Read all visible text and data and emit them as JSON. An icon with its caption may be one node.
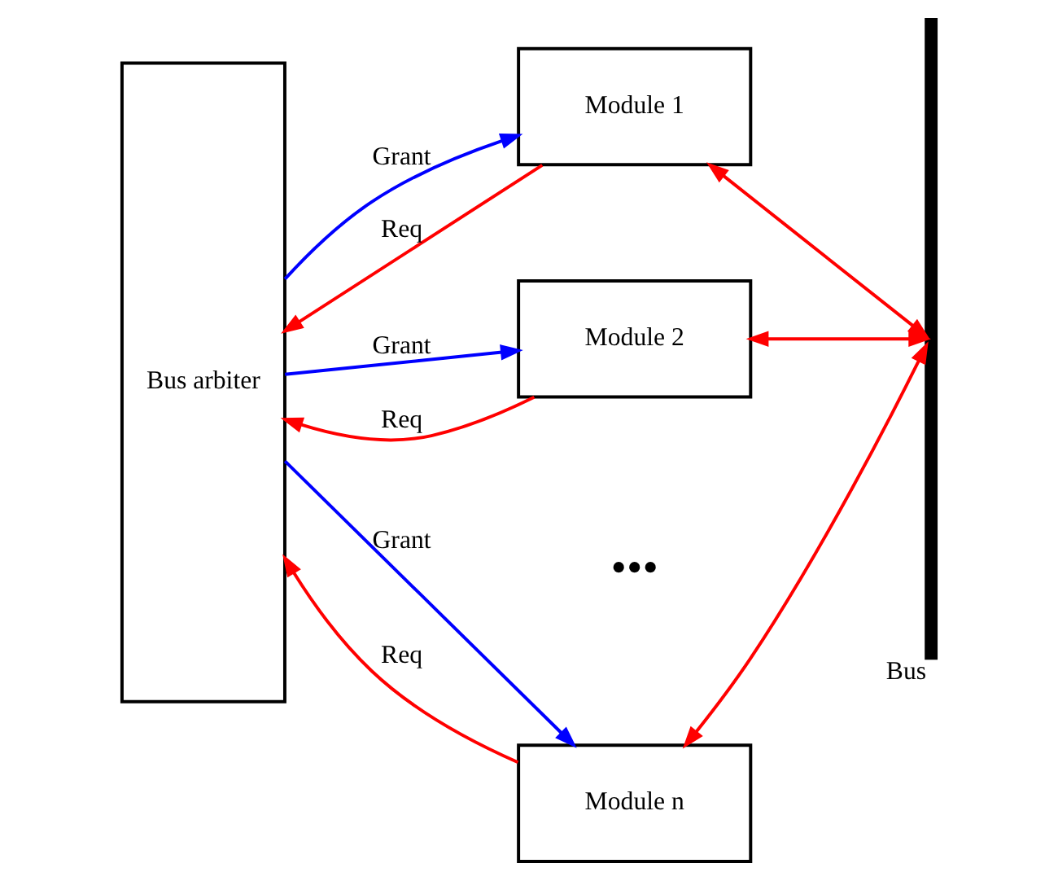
{
  "diagram": {
    "nodes": [
      {
        "text": [
          "Bus arbiter"
        ]
      },
      {
        "text": [
          "Module 1"
        ]
      },
      {
        "text": [
          "Module 2"
        ]
      },
      {
        "text": [
          "Module n"
        ]
      },
      {
        "text": [],
        "shape": "bar",
        "beside": [
          "Bus"
        ]
      }
    ],
    "edges": [
      {
        "from": 1,
        "to": 0,
        "arrow": "to",
        "label": "Req",
        "color": "#ff0000"
      },
      {
        "from": 0,
        "to": 1,
        "arrow": "to",
        "label": "Grant",
        "color": "#0000ff"
      },
      {
        "from": 1,
        "to": 4,
        "arrow": "both",
        "color": "#ff0000"
      },
      {
        "from": 2,
        "to": 0,
        "arrow": "to",
        "label": "Req",
        "color": "#ff0000"
      },
      {
        "from": 0,
        "to": 2,
        "arrow": "to",
        "label": "Grant",
        "color": "#0000ff"
      },
      {
        "from": 2,
        "to": 4,
        "arrow": "both",
        "color": "#ff0000"
      },
      {
        "from": 3,
        "to": 0,
        "arrow": "to",
        "label": "Req",
        "color": "#ff0000"
      },
      {
        "from": 0,
        "to": 3,
        "arrow": "to",
        "label": "Grant",
        "color": "#0000ff"
      },
      {
        "from": 3,
        "to": 4,
        "arrow": "both",
        "color": "#ff0000"
      }
    ],
    "labels": [
      "•••"
    ]
  }
}
